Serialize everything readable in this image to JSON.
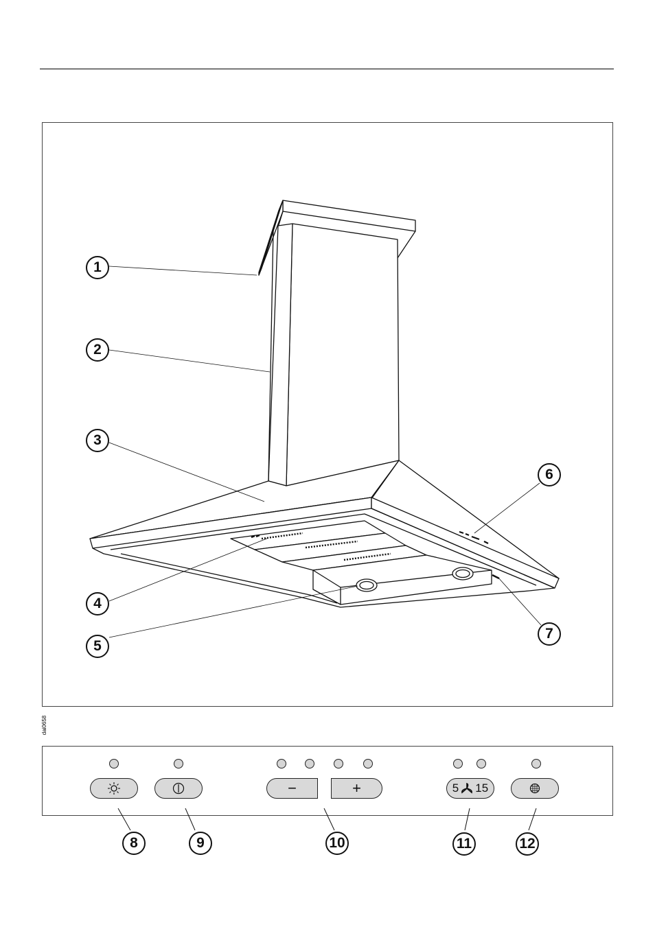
{
  "figure_code": "dai0658",
  "hood_callouts": [
    {
      "id": "1",
      "label": "1",
      "part": "mounting-bracket"
    },
    {
      "id": "2",
      "label": "2",
      "part": "chimney-duct"
    },
    {
      "id": "3",
      "label": "3",
      "part": "canopy"
    },
    {
      "id": "4",
      "label": "4",
      "part": "grease-filter"
    },
    {
      "id": "5",
      "label": "5",
      "part": "light"
    },
    {
      "id": "6",
      "label": "6",
      "part": "control-panel"
    },
    {
      "id": "7",
      "label": "7",
      "part": "front-edge-panel"
    }
  ],
  "panel": {
    "buttons": [
      {
        "name": "light-button",
        "icon": "sun-icon",
        "callout": "8"
      },
      {
        "name": "power-button",
        "icon": "power-icon",
        "callout": "9"
      },
      {
        "name": "minus-button",
        "label": "−",
        "callout": "10"
      },
      {
        "name": "plus-button",
        "label": "+",
        "callout": "10"
      },
      {
        "name": "timer-button",
        "left": "5",
        "icon": "fan-icon",
        "right": "15",
        "callout": "11"
      },
      {
        "name": "filter-button",
        "icon": "filter-grid-icon",
        "callout": "12"
      }
    ],
    "callouts": [
      "8",
      "9",
      "10",
      "11",
      "12"
    ]
  },
  "colors": {
    "panel_button": "#d9d9d9",
    "led": "#d6d6d6",
    "line": "#111111"
  }
}
